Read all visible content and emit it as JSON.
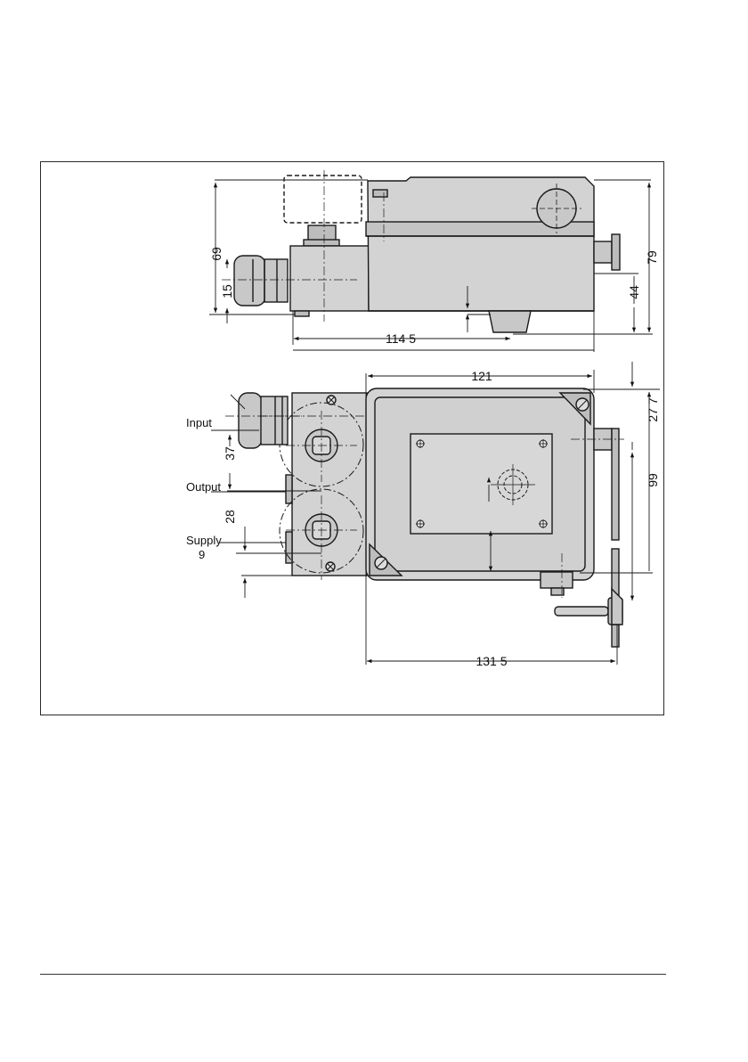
{
  "side_view": {
    "dimensions": {
      "height_total": "69",
      "height_gland": "15",
      "length_base": "114 5",
      "height_right": "79",
      "height_lower": "44"
    }
  },
  "top_view": {
    "dimensions": {
      "width_top": "121",
      "offset_right": "27 7",
      "height_right": "99",
      "pitch_input_output": "37",
      "pitch_output_supply": "28",
      "offset_supply": "9",
      "length_total": "131 5"
    },
    "ports": {
      "input": "Input",
      "output": "Output",
      "supply": "Supply"
    }
  },
  "colors": {
    "housing": "#d3d3d3",
    "housing_dark": "#bdbdbd",
    "line": "#1a1a1a",
    "frame": "#2a2a2a"
  }
}
